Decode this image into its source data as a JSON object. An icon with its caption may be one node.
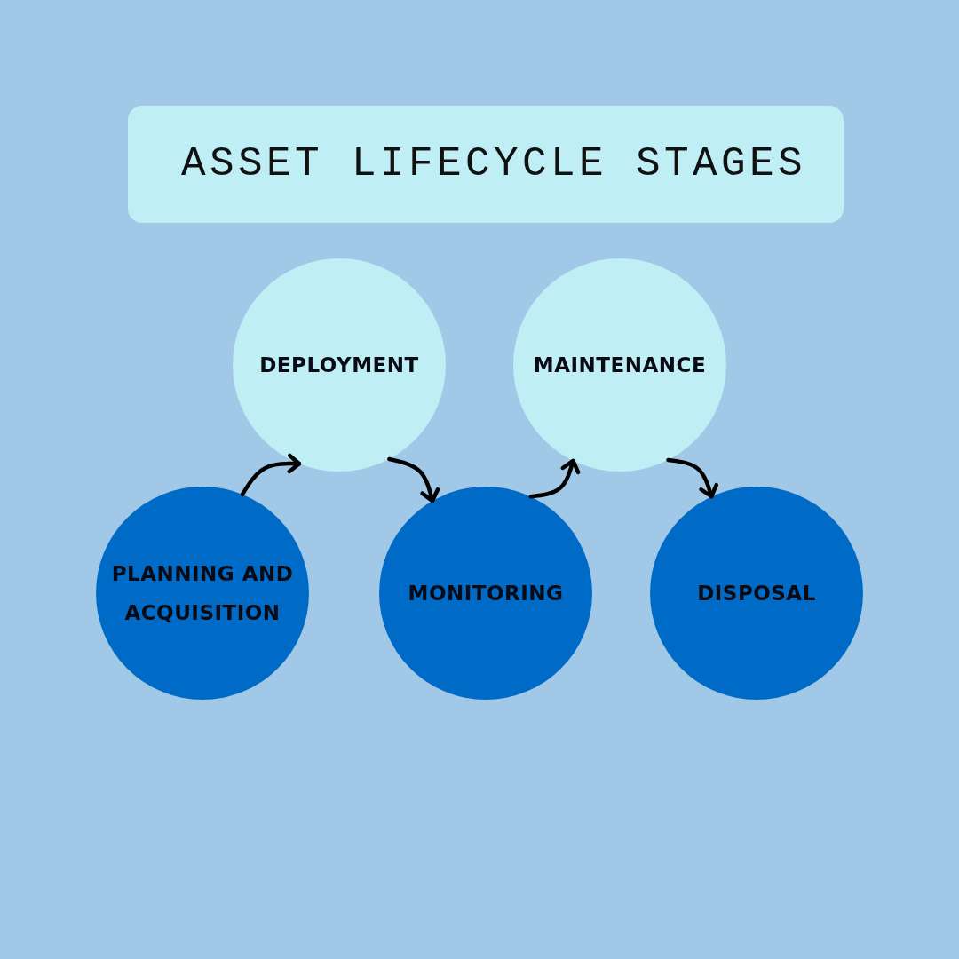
{
  "diagram": {
    "title": "ASSET LIFECYCLE STAGES",
    "nodes": [
      {
        "text": [
          "PLANNING AND ACQUISITION"
        ]
      },
      {
        "text": [
          "DEPLOYMENT"
        ]
      },
      {
        "text": [
          "MONITORING"
        ]
      },
      {
        "text": [
          "MAINTENANCE"
        ]
      },
      {
        "text": [
          "DISPOSAL"
        ]
      }
    ],
    "edges": [
      {
        "from": 0,
        "to": 1,
        "arrow": "to"
      },
      {
        "from": 1,
        "to": 2,
        "arrow": "to"
      },
      {
        "from": 2,
        "to": 3,
        "arrow": "to"
      },
      {
        "from": 3,
        "to": 4,
        "arrow": "to"
      }
    ]
  }
}
